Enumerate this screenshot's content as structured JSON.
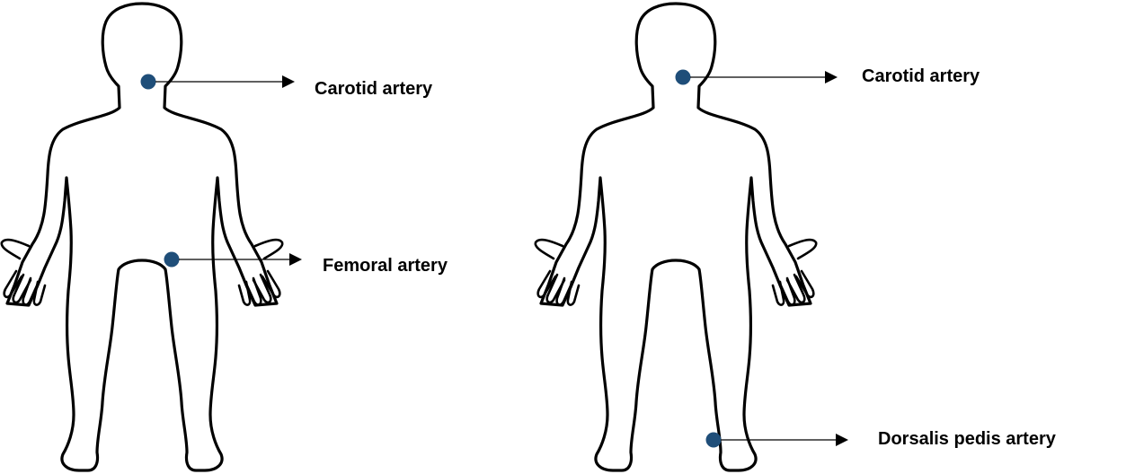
{
  "colors": {
    "outline": "#000000",
    "dot": "#1f4e79",
    "background": "#ffffff",
    "text": "#000000"
  },
  "figures": [
    {
      "markers": [
        {
          "label": "Carotid artery"
        },
        {
          "label": "Femoral artery"
        }
      ]
    },
    {
      "markers": [
        {
          "label": "Carotid artery"
        },
        {
          "label": "Dorsalis pedis artery"
        }
      ]
    }
  ]
}
